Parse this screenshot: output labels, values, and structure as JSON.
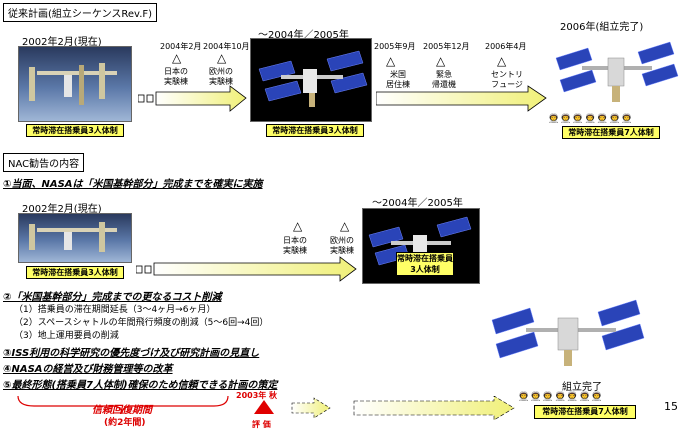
{
  "section1": {
    "title": "従来計画(組立シーケンスRev.F)",
    "left_date": "2002年2月(現在)",
    "left_label": "常時滞在搭乗員3人体制",
    "milestones": [
      {
        "date": "2004年2月",
        "name": "日本の\n実験棟"
      },
      {
        "date": "2004年10月",
        "name": "欧州の\n実験棟"
      },
      {
        "date": "2005年9月",
        "name": "米国\n居住棟"
      },
      {
        "date": "2005年12月",
        "name": "緊急\n帰還機"
      },
      {
        "date": "2006年4月",
        "name": "セントリ\nフュージ"
      }
    ],
    "mid_period": "〜2004年／2005年",
    "mid_label": "常時滞在搭乗員3人体制",
    "right_date": "2006年(組立完了)",
    "right_label": "常時滞在搭乗員7人体制"
  },
  "section2": {
    "title": "NAC勧告の内容",
    "step1": "①当面、NASAは「米国基幹部分」完成までを確実に実施",
    "left_date": "2002年2月(現在)",
    "left_label": "常時滞在搭乗員3人体制",
    "milestones": [
      {
        "name": "日本の\n実験棟"
      },
      {
        "name": "欧州の\n実験棟"
      }
    ],
    "mid_period": "〜2004年／2005年",
    "mid_label": "常時滞在搭乗員\n3人体制",
    "step2": "②「米国基幹部分」完成までの更なるコスト削減",
    "sub_items": [
      "（1）搭乗員の滞在期間延長（3〜4ヶ月→6ヶ月）",
      "（2）スペースシャトルの年間飛行頻度の削減（5〜6回→4回）",
      "（3）地上運用要員の削減"
    ],
    "step3": "③ISS利用の科学研究の優先度づけ及び研究計画の見直し",
    "step4": "④NASAの経営及び財務管理等の改革",
    "step5": "⑤最終形態(搭乗員7人体制)確保のため信頼できる計画の策定",
    "trust_period": "信頼回復期間",
    "trust_years": "(約2年間)",
    "eval_year": "2003年 秋",
    "eval_label": "評 価",
    "final_caption": "組立完了",
    "final_label": "常時滞在搭乗員7人体制",
    "page_number": "15"
  }
}
